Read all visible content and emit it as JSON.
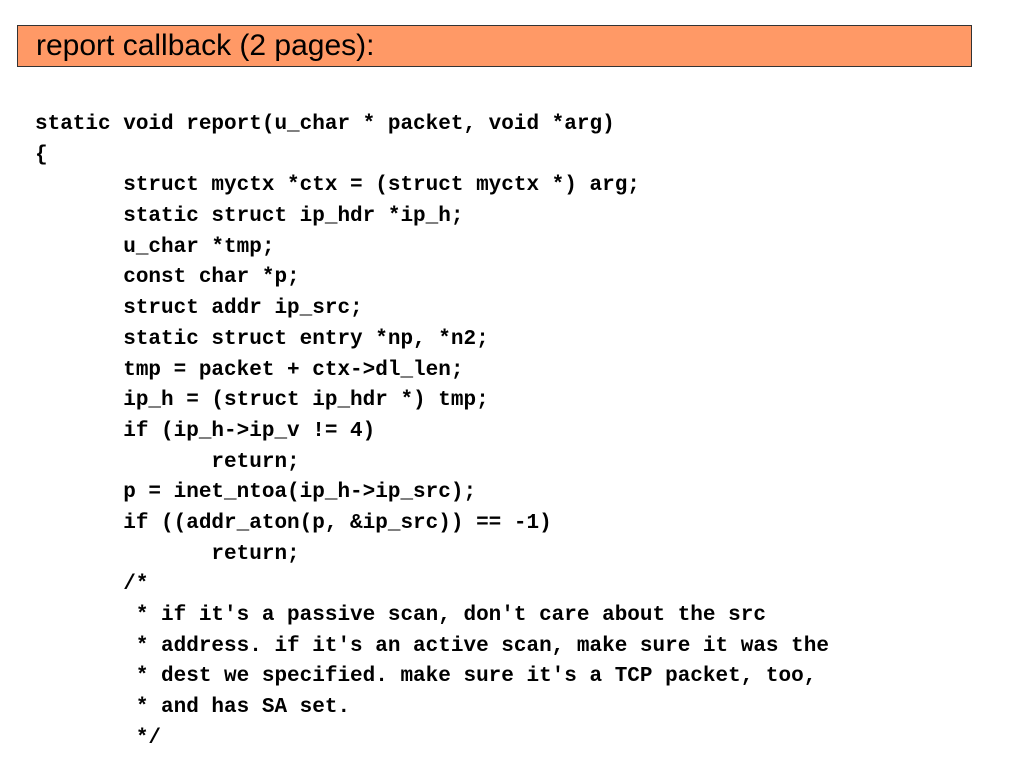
{
  "slide": {
    "title": "report callback (2 pages):",
    "colors": {
      "title_background": "#ff9966",
      "title_border": "#333333",
      "text": "#000000",
      "page_background": "#ffffff"
    },
    "code_lines": [
      "static void report(u_char * packet, void *arg)",
      "{",
      "       struct myctx *ctx = (struct myctx *) arg;",
      "       static struct ip_hdr *ip_h;",
      "       u_char *tmp;",
      "       const char *p;",
      "       struct addr ip_src;",
      "       static struct entry *np, *n2;",
      "       tmp = packet + ctx->dl_len;",
      "       ip_h = (struct ip_hdr *) tmp;",
      "       if (ip_h->ip_v != 4)",
      "              return;",
      "       p = inet_ntoa(ip_h->ip_src);",
      "       if ((addr_aton(p, &ip_src)) == -1)",
      "              return;",
      "       /*",
      "        * if it's a passive scan, don't care about the src",
      "        * address. if it's an active scan, make sure it was the",
      "        * dest we specified. make sure it's a TCP packet, too,",
      "        * and has SA set.",
      "        */"
    ]
  }
}
